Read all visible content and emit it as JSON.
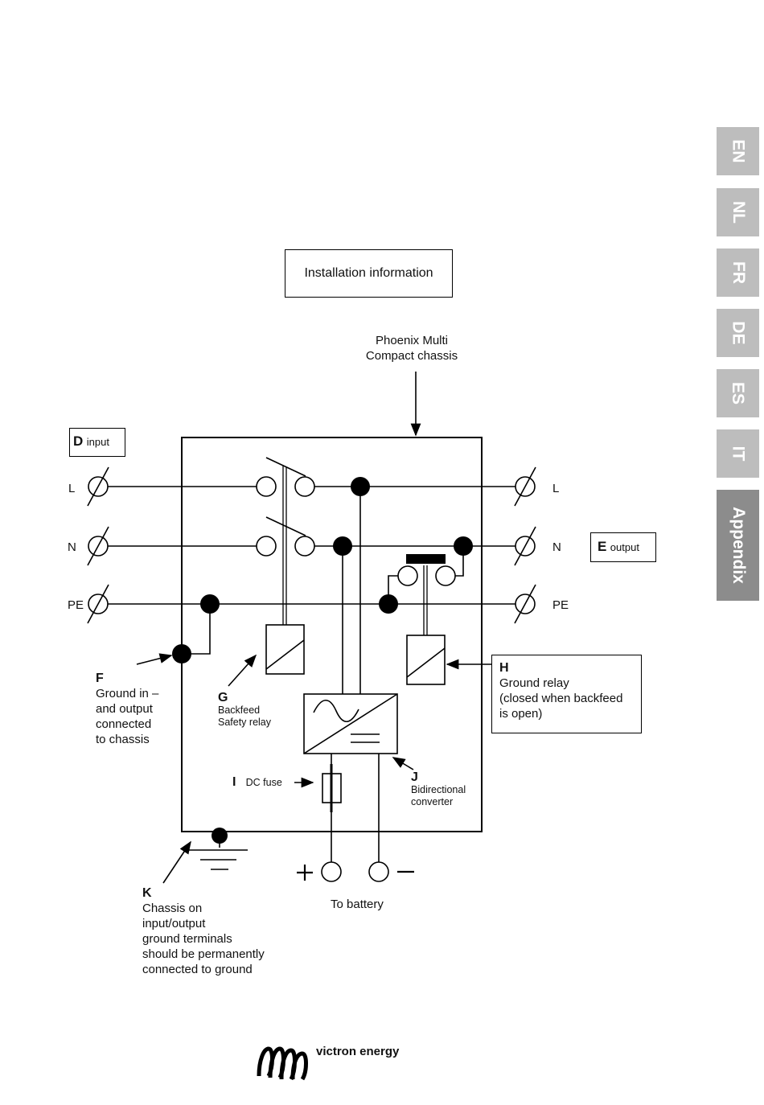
{
  "page_title": "Installation information",
  "language_tabs": [
    "EN",
    "NL",
    "FR",
    "DE",
    "ES",
    "IT"
  ],
  "active_tab": "Appendix",
  "diagram": {
    "chassis_label": [
      "Phoenix Multi",
      "Compact chassis"
    ],
    "input_box": {
      "letter": "D",
      "text": "input"
    },
    "output_box": {
      "letter": "E",
      "text": "output"
    },
    "left_terminals": [
      "L",
      "N",
      "PE"
    ],
    "right_terminals": [
      "L",
      "N",
      "PE"
    ],
    "F": {
      "letter": "F",
      "lines": [
        "Ground in –",
        "and output",
        "connected",
        "to chassis"
      ]
    },
    "G": {
      "letter": "G",
      "lines": [
        "Backfeed",
        "Safety relay"
      ]
    },
    "H": {
      "letter": "H",
      "lines": [
        "Ground relay",
        "(closed when backfeed",
        "is open)"
      ]
    },
    "I": {
      "letter": "I",
      "text": "DC fuse"
    },
    "J": {
      "letter": "J",
      "lines": [
        "Bidirectional",
        "converter"
      ]
    },
    "K": {
      "letter": "K",
      "lines": [
        "Chassis on",
        "input/output",
        "ground terminals",
        "should be permanently",
        "connected to ground"
      ]
    },
    "battery_label": "To battery",
    "plus": "+",
    "minus": "–"
  },
  "logo": {
    "brand": "victron energy"
  }
}
